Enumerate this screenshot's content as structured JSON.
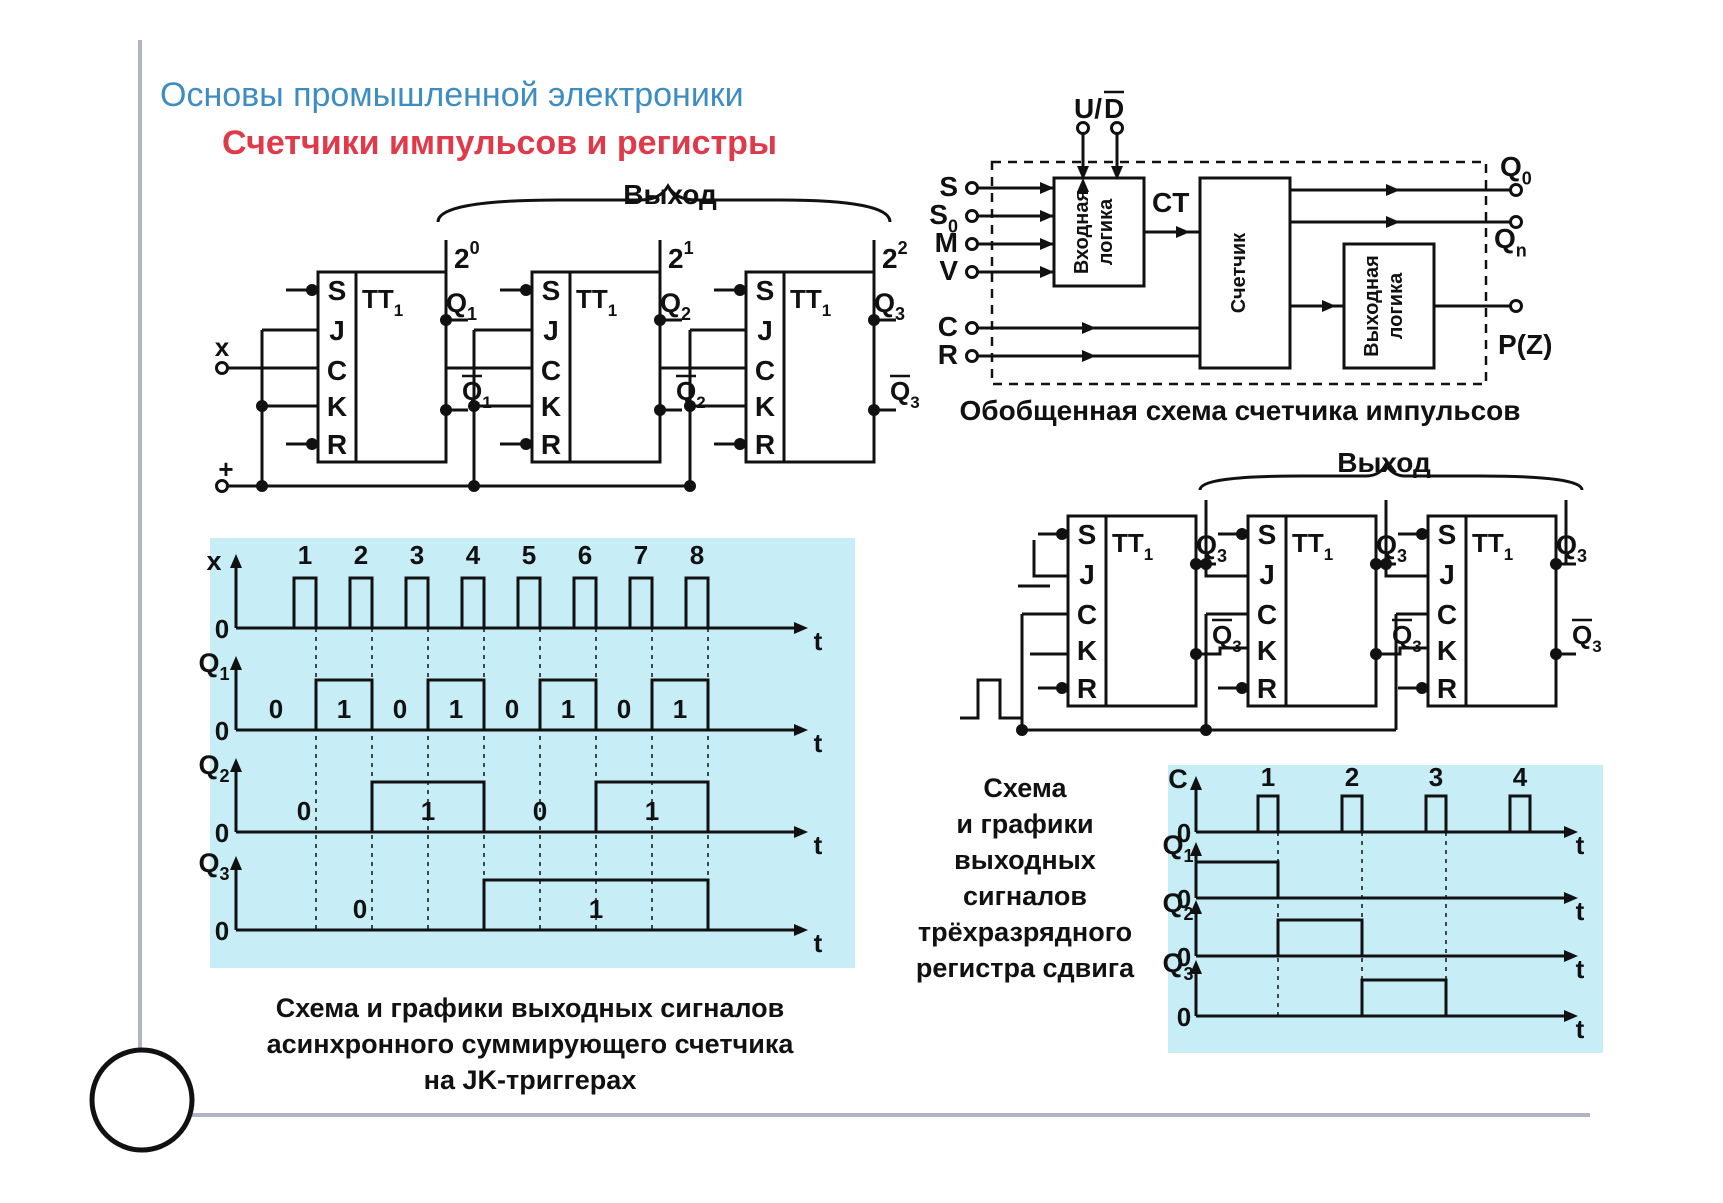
{
  "header": {
    "title": "Основы промышленной электроники",
    "subtitle": "Счетчики импульсов и регистры"
  },
  "colors": {
    "title": "#3d8dc2",
    "subtitle": "#e03a4a",
    "timing_bg": "#c7edf6",
    "frame": "#aeb6c2"
  },
  "jk_counter": {
    "output_label": "Выход",
    "input_x": "x",
    "input_plus": "+",
    "flipflops": [
      {
        "type": "TT",
        "sub": "1",
        "q": "Q",
        "q_sub": "1",
        "qbar": "Q",
        "qbar_sub": "1",
        "weight": "2",
        "weight_exp": "0"
      },
      {
        "type": "TT",
        "sub": "1",
        "q": "Q",
        "q_sub": "2",
        "qbar": "Q",
        "qbar_sub": "2",
        "weight": "2",
        "weight_exp": "1"
      },
      {
        "type": "TT",
        "sub": "1",
        "q": "Q",
        "q_sub": "3",
        "qbar": "Q",
        "qbar_sub": "3",
        "weight": "2",
        "weight_exp": "2"
      }
    ],
    "pins": [
      "S",
      "J",
      "C",
      "K",
      "R"
    ],
    "caption": [
      "Схема и графики выходных сигналов",
      "асинхронного суммирующего счетчика",
      "на JK-триггерах"
    ]
  },
  "counter_timing": {
    "signals": [
      {
        "name": "x",
        "sub": ""
      },
      {
        "name": "Q",
        "sub": "1"
      },
      {
        "name": "Q",
        "sub": "2"
      },
      {
        "name": "Q",
        "sub": "3"
      }
    ],
    "zero": "0",
    "axis": "t",
    "pulse_numbers": [
      "1",
      "2",
      "3",
      "4",
      "5",
      "6",
      "7",
      "8"
    ],
    "q1_levels": [
      "0",
      "1",
      "0",
      "1",
      "0",
      "1",
      "0",
      "1"
    ],
    "q2_levels": [
      "0",
      "1",
      "0",
      "1"
    ],
    "q3_levels": [
      "0",
      "1"
    ]
  },
  "generalized": {
    "control": "U/D",
    "control_left": "U/",
    "control_overbar": "D",
    "inputs": [
      {
        "name": "S",
        "sub": ""
      },
      {
        "name": "S",
        "sub": "0"
      },
      {
        "name": "M",
        "sub": ""
      },
      {
        "name": "V",
        "sub": ""
      },
      {
        "name": "C",
        "sub": ""
      },
      {
        "name": "R",
        "sub": ""
      }
    ],
    "input_logic": [
      "Входная",
      "логика"
    ],
    "ct": "CT",
    "counter": "Счетчик",
    "output_logic": [
      "Выходная",
      "логика"
    ],
    "outputs": [
      {
        "name": "Q",
        "sub": "0"
      },
      {
        "name": "Q",
        "sub": "n"
      },
      {
        "name": "P(Z)",
        "sub": ""
      }
    ],
    "caption": "Обобщенная схема счетчика импульсов"
  },
  "shift_register": {
    "output_label": "Выход",
    "flipflops": [
      {
        "type": "TT",
        "sub": "1",
        "q": "Q",
        "q_sub": "3",
        "qbar": "Q",
        "qbar_sub": "3"
      },
      {
        "type": "TT",
        "sub": "1",
        "q": "Q",
        "q_sub": "3",
        "qbar": "Q",
        "qbar_sub": "3"
      },
      {
        "type": "TT",
        "sub": "1",
        "q": "Q",
        "q_sub": "3",
        "qbar": "Q",
        "qbar_sub": "3"
      }
    ],
    "pins": [
      "S",
      "J",
      "C",
      "K",
      "R"
    ],
    "caption": [
      "Схема",
      "и графики",
      "выходных",
      "сигналов",
      "трёхразрядного",
      "регистра сдвига"
    ]
  },
  "shift_timing": {
    "signals": [
      {
        "name": "C",
        "sub": ""
      },
      {
        "name": "Q",
        "sub": "1"
      },
      {
        "name": "Q",
        "sub": "2"
      },
      {
        "name": "Q",
        "sub": "3"
      }
    ],
    "zero": "0",
    "axis": "t",
    "pulse_numbers": [
      "1",
      "2",
      "3",
      "4"
    ]
  }
}
